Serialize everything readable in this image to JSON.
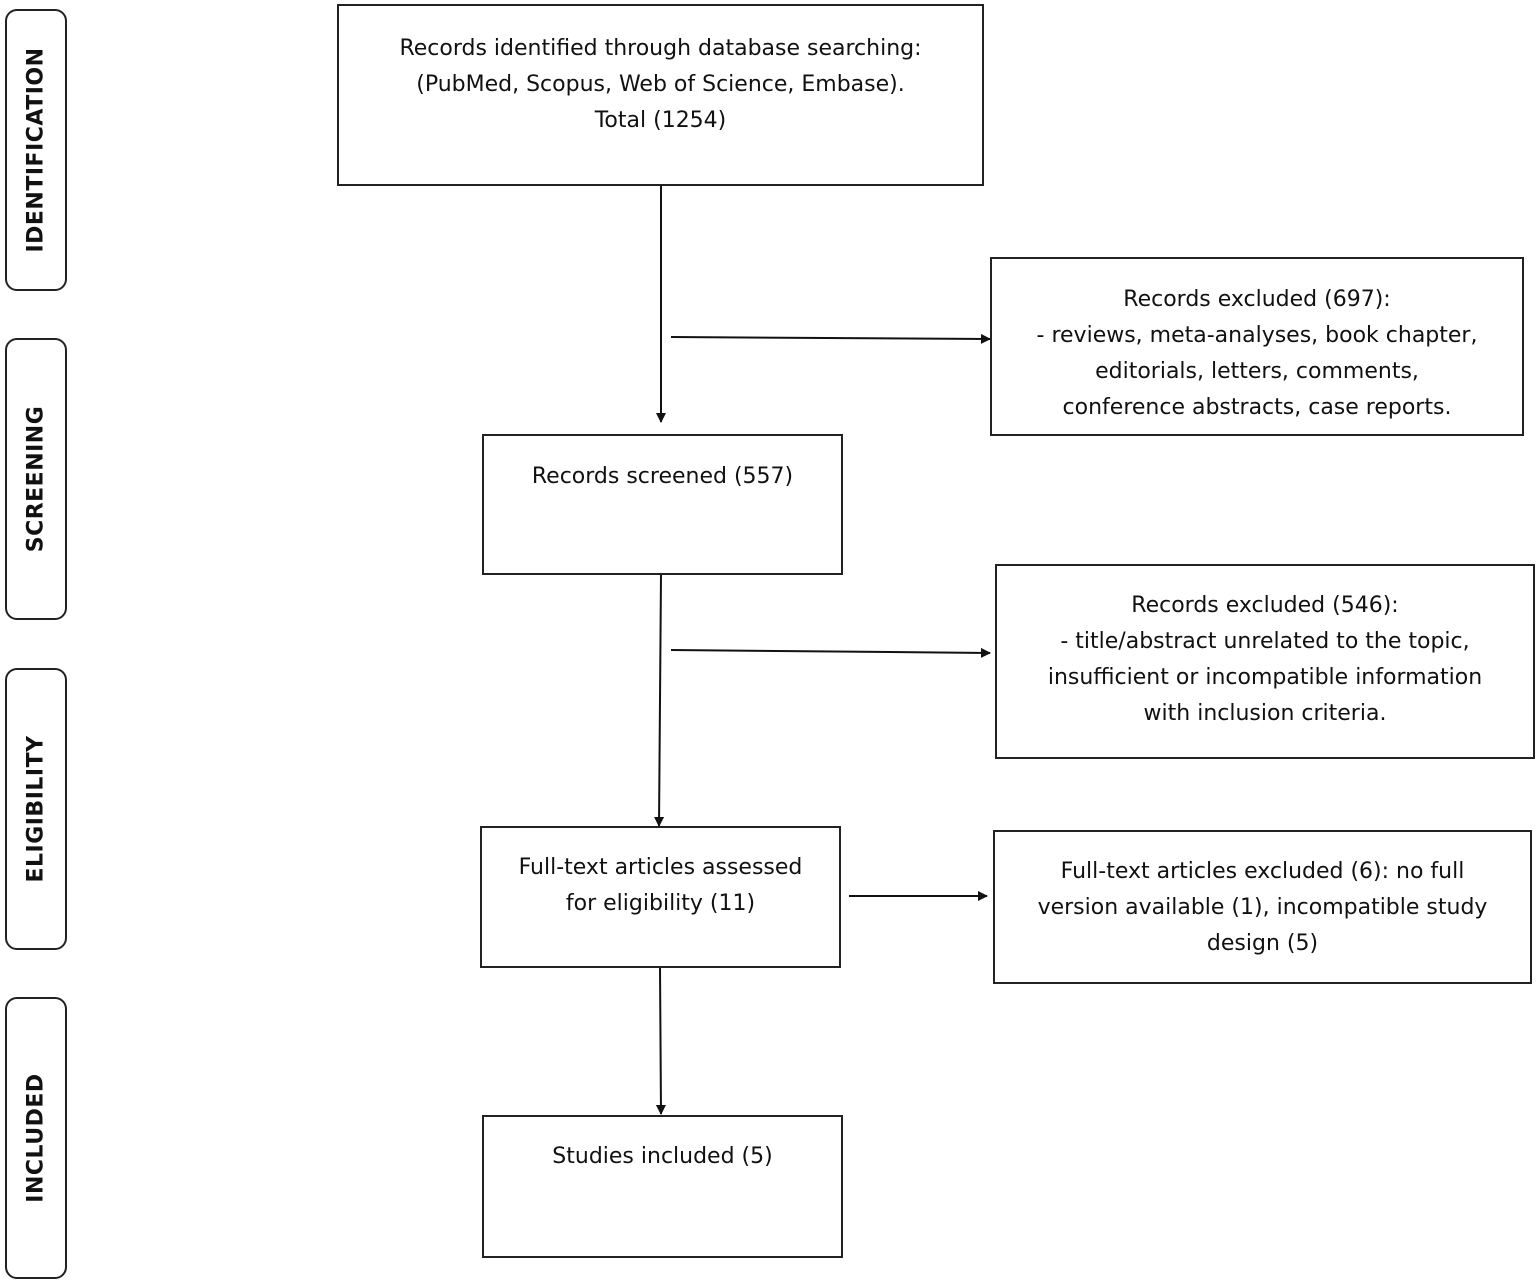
{
  "stages": [
    {
      "id": "identification",
      "label": "IDENTIFICATION"
    },
    {
      "id": "screening",
      "label": "SCREENING"
    },
    {
      "id": "eligibility",
      "label": "ELIGIBILITY"
    },
    {
      "id": "included",
      "label": "INCLUDED"
    }
  ],
  "boxes": {
    "identified": {
      "lines": [
        "Records identified through database searching:",
        "(PubMed, Scopus, Web of Science, Embase).",
        "Total (1254)"
      ]
    },
    "excluded_697": {
      "lines": [
        "Records excluded (697):",
        "- reviews, meta-analyses, book chapter,",
        "editorials, letters, comments,",
        "conference abstracts, case reports."
      ]
    },
    "screened": {
      "lines": [
        "Records screened (557)"
      ]
    },
    "excluded_546": {
      "lines": [
        "Records excluded (546):",
        "- title/abstract unrelated to the topic,",
        "insufficient or incompatible information",
        "with inclusion criteria."
      ]
    },
    "fulltext_assessed": {
      "lines": [
        "Full-text articles assessed",
        "for eligibility (11)"
      ]
    },
    "fulltext_excluded": {
      "lines": [
        "Full-text articles excluded (6): no full",
        "version available (1), incompatible study",
        "design (5)"
      ]
    },
    "included": {
      "lines": [
        "Studies included (5)"
      ]
    }
  }
}
